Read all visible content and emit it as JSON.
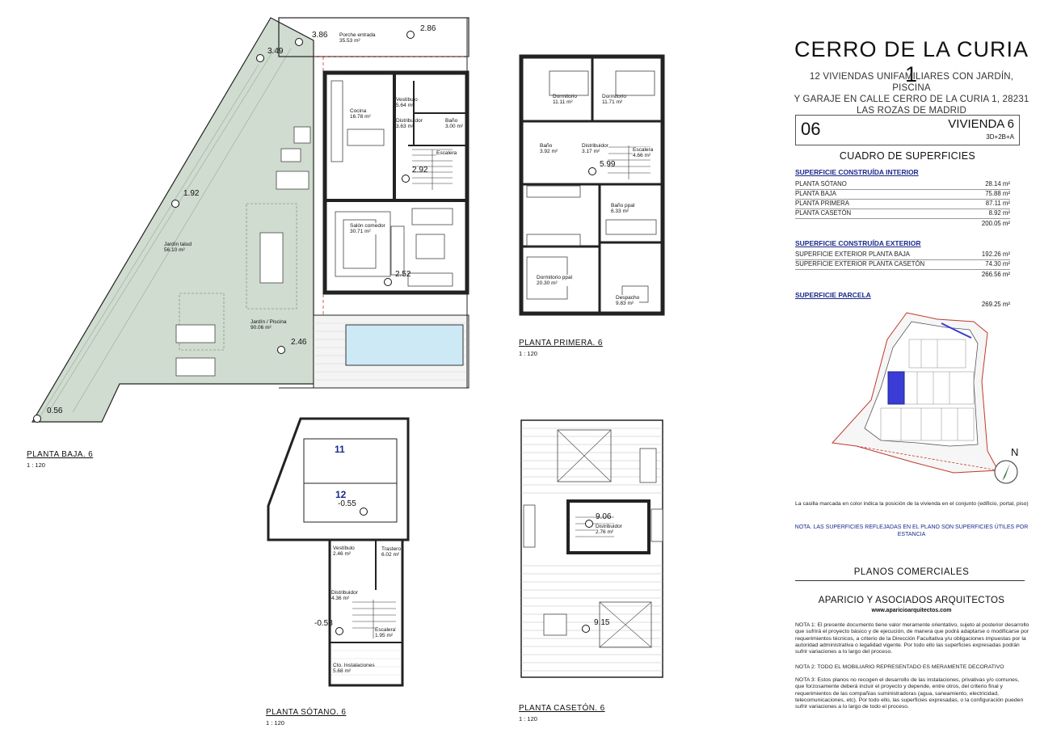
{
  "panel": {
    "title": "CERRO DE LA CURIA 1",
    "subtitle_lines": [
      "12 VIVIENDAS UNIFAMILIARES CON JARDÍN, PISCINA",
      "Y GARAJE EN CALLE CERRO DE LA CURIA 1, 28231",
      "LAS ROZAS DE MADRID"
    ],
    "unit_number": "06",
    "unit_name": "VIVIENDA 6",
    "unit_type": "3D+2B+A",
    "surfaces_title": "CUADRO DE SUPERFICIES",
    "interior": {
      "heading": "SUPERFICIE CONSTRUÍDA INTERIOR",
      "rows": [
        {
          "label": "PLANTA SÓTANO",
          "value": "28.14 m²"
        },
        {
          "label": "PLANTA BAJA",
          "value": "75.88 m²"
        },
        {
          "label": "PLANTA PRIMERA",
          "value": "87.11 m²"
        },
        {
          "label": "PLANTA CASETÓN",
          "value": "8.92 m²"
        }
      ],
      "total": "200.05 m²"
    },
    "exterior": {
      "heading": "SUPERFICIE CONSTRUÍDA EXTERIOR",
      "rows": [
        {
          "label": "SUPERFICIE EXTERIOR PLANTA BAJA",
          "value": "192.26 m²"
        },
        {
          "label": "SUPERFICIE EXTERIOR PLANTA CASETÓN",
          "value": "74.30 m²"
        }
      ],
      "total": "266.56 m²"
    },
    "parcel": {
      "heading": "SUPERFICIE PARCELA",
      "total": "269.25 m²"
    },
    "site_north": "N",
    "site_note": "La casilla marcada en color indica la posición de la vivienda en el conjunto (edificio, portal, piso)",
    "useful_note": "NOTA. LAS SUPERFICIES REFLEJADAS EN EL PLANO SON SUPERFICIES ÚTILES POR ESTANCIA",
    "commercial": "PLANOS COMERCIALES",
    "architects": "APARICIO Y ASOCIADOS ARQUITECTOS",
    "website": "www.aparicioarquitectos.com",
    "note1": "NOTA 1: El presente documento tiene valor meramente orientativo, sujeto al posterior desarrollo que sufrirá el proyecto básico y de ejecución, de manera que podrá adaptarse o modificarse por requerimientos técnicos, a criterio de la Dirección Facultativa y/u obligaciones impuestas por la autoridad administrativa o legalidad vigente. Por todo ello las superficies expresadas podrán sufrir variaciones a lo largo del proceso.",
    "note2": "NOTA 2: TODO EL MOBILIARIO REPRESENTADO ES MERAMENTE DECORATIVO",
    "note3": "NOTA 3: Estos planos no recogen el desarrollo de las instalaciones, privativas y/o comunes, que forzosamente deberá incluir el proyecto y depende, entre otros, del criterio final y requerimientos de las compañías suministradoras (agua, saneamiento, electricidad, telecomunicaciones, etc). Por todo ello, las superficies expresadas, o la configuración pueden sufrir variaciones a lo largo de todo el proceso."
  },
  "plans": {
    "baja": {
      "title": "PLANTA BAJA. 6",
      "scale": "1 : 120",
      "rooms": [
        {
          "name": "Porche entrada",
          "area": "35.53 m²"
        },
        {
          "name": "Cocina",
          "area": "16.78 m²"
        },
        {
          "name": "Vestíbulo",
          "area": "5.64 m²"
        },
        {
          "name": "Distribuidor",
          "area": "3.63 m²"
        },
        {
          "name": "Baño",
          "area": "3.00 m²"
        },
        {
          "name": "Escalera",
          "area": ""
        },
        {
          "name": "Salón comedor",
          "area": "30.71 m²"
        },
        {
          "name": "Jardín talud",
          "area": "56.10 m²"
        },
        {
          "name": "Jardín / Piscina",
          "area": "90.06 m²"
        }
      ],
      "levels": [
        "3.86",
        "2.86",
        "3.49",
        "1.92",
        "2.92",
        "2.52",
        "2.46",
        "0.56"
      ]
    },
    "primera": {
      "title": "PLANTA PRIMERA. 6",
      "scale": "1 : 120",
      "rooms": [
        {
          "name": "Dormitorio",
          "area": "11.11 m²"
        },
        {
          "name": "Dormitorio",
          "area": "11.71 m²"
        },
        {
          "name": "Baño",
          "area": "3.92 m²"
        },
        {
          "name": "Distribuidor",
          "area": "3.17 m²"
        },
        {
          "name": "Escalera",
          "area": "4.66 m²"
        },
        {
          "name": "Baño ppal",
          "area": "6.33 m²"
        },
        {
          "name": "Dormitorio ppal",
          "area": "20.30 m²"
        },
        {
          "name": "Despacho",
          "area": "9.83 m²"
        }
      ],
      "levels": [
        "5.99"
      ]
    },
    "sotano": {
      "title": "PLANTA SÓTANO. 6",
      "scale": "1 : 120",
      "parking": [
        "11",
        "12"
      ],
      "rooms": [
        {
          "name": "Vestíbulo",
          "area": "2.46 m²"
        },
        {
          "name": "Trastero",
          "area": "6.02 m²"
        },
        {
          "name": "Distribuidor",
          "area": "4.36 m²"
        },
        {
          "name": "Escalera",
          "area": "1.95 m²"
        },
        {
          "name": "Cto. Instalaciones",
          "area": "5.68 m²"
        }
      ],
      "levels": [
        "-0.55",
        "-0.58"
      ]
    },
    "caseton": {
      "title": "PLANTA CASETÓN. 6",
      "scale": "1 : 120",
      "rooms": [
        {
          "name": "Distribuidor",
          "area": "2.76 m²"
        }
      ],
      "levels": [
        "9.06",
        "9.15"
      ]
    }
  },
  "colors": {
    "garden": "#cfdccf",
    "pool": "#cde9f5",
    "highlight": "#3b3bd6",
    "accent_red": "#c0392b",
    "navy": "#1a2a8a"
  }
}
